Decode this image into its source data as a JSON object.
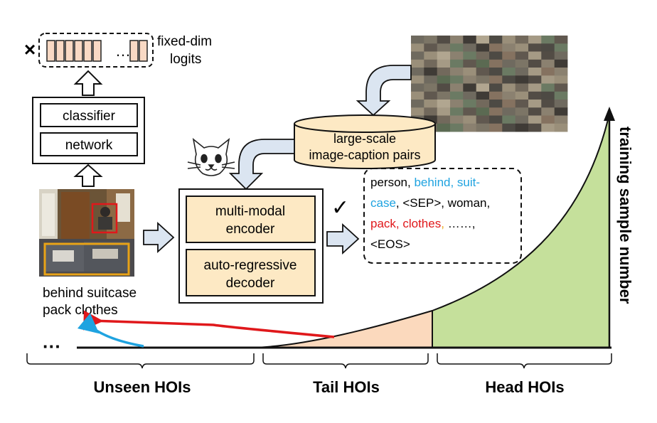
{
  "logits": {
    "text_line1": "fixed-dim",
    "text_line2": "logits",
    "ellipsis": "…",
    "cross_mark": "×"
  },
  "classifier_stack": {
    "classifier_label": "classifier",
    "network_label": "network"
  },
  "input_image": {
    "caption_line1": "behind suitcase",
    "caption_line2": "pack clothes"
  },
  "dataset": {
    "line1": "large-scale",
    "line2": "image-caption pairs"
  },
  "model": {
    "encoder_line1": "multi-modal",
    "encoder_line2": "encoder",
    "decoder_line1": "auto-regressive",
    "decoder_line2": "decoder",
    "check_mark": "✓"
  },
  "output_sequence": {
    "line1_a": "person, ",
    "line1_b": "behind, suit-",
    "line2_a": "case",
    "line2_b": ", <SEP>, woman,",
    "line3_a": "pack, clothes",
    "line3_b": ",",
    "line3_c": " ……,",
    "line4": "<EOS>"
  },
  "distribution": {
    "y_axis_label": "training sample number",
    "dots": "···",
    "groups": [
      "Unseen HOIs",
      "Tail HOIs",
      "Head HOIs"
    ]
  },
  "colors": {
    "logit_fill": "#f9d9c4",
    "box_fill": "#fde9c4",
    "arrow_fill": "#dbe5f1",
    "tail_fill": "#fbd9bd",
    "head_fill": "#c5e09b",
    "blue_text": "#1fa3e0",
    "red_text": "#e0181b",
    "orange_text": "#e8a317",
    "red_arrow": "#e0181b",
    "blue_arrow": "#1fa3e0"
  },
  "icons": [
    "cross-icon",
    "cat-icon",
    "check-icon",
    "image-grid-thumbnail",
    "scene-photo"
  ]
}
